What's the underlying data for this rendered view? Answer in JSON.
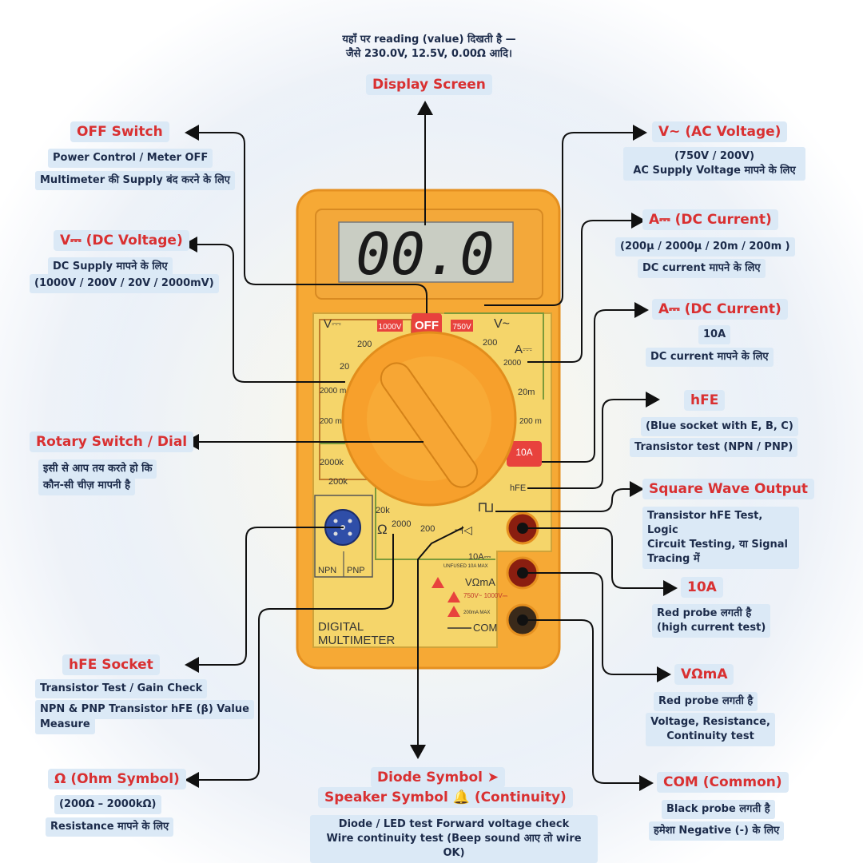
{
  "display_screen": {
    "note_line1": "यहाँ पर reading (value) दिखती है —",
    "note_line2": "जैसे 230.0V, 12.5V, 0.00Ω आदि।",
    "title": "Display Screen"
  },
  "off_switch": {
    "title": "OFF Switch",
    "desc1": "Power Control / Meter OFF",
    "desc2": "Multimeter की Supply बंद करने के लिए"
  },
  "dc_voltage": {
    "title": "V⎓ (DC Voltage)",
    "desc1": "DC Supply मापने के लिए",
    "desc2": "(1000V / 200V / 20V / 2000mV)"
  },
  "rotary_switch": {
    "title": "Rotary Switch / Dial",
    "desc1": "इसी से आप तय करते हो कि",
    "desc2": "कौन-सी चीज़ मापनी है"
  },
  "hfe_socket": {
    "title": "hFE Socket",
    "desc1": "Transistor Test / Gain Check",
    "desc2": "NPN & PNP Transistor hFE (β) Value",
    "desc3": "Measure"
  },
  "ohm_symbol": {
    "title": "Ω (Ohm Symbol)",
    "desc1": "(200Ω – 2000kΩ)",
    "desc2": "Resistance मापने के लिए"
  },
  "ac_voltage": {
    "title": "V~ (AC Voltage)",
    "desc1": "(750V / 200V)",
    "desc2": "AC Supply Voltage मापने के लिए"
  },
  "dc_current": {
    "title": "A⎓ (DC Current)",
    "desc1": "(200µ / 2000µ / 20m / 200m )",
    "desc2": "DC current मापने के लिए"
  },
  "dc_current_10a": {
    "title": "A⎓ (DC Current)",
    "desc1": "10A",
    "desc2": "DC current मापने के लिए"
  },
  "hfe": {
    "title": "hFE",
    "desc1": "(Blue socket with E, B, C)",
    "desc2": "Transistor test (NPN / PNP)"
  },
  "square_wave": {
    "title": "Square Wave Output",
    "desc1": "Transistor hFE Test, Logic",
    "desc2": "Circuit Testing, या Signal",
    "desc3": "Tracing में"
  },
  "jack_10a": {
    "title": "10A",
    "desc1": "Red probe लगती है",
    "desc2": "(high current test)"
  },
  "jack_vma": {
    "title": "VΩmA",
    "desc1": "Red probe लगती है",
    "desc2": "Voltage, Resistance,",
    "desc3": "Continuity test"
  },
  "jack_com": {
    "title": "COM (Common)",
    "desc1": "Black probe लगती है",
    "desc2": "हमेशा Negative (-) के लिए"
  },
  "diode": {
    "title1": "Diode Symbol ➤",
    "title2": "Speaker Symbol 🔔 (Continuity)",
    "desc1": "Diode / LED test Forward voltage check",
    "desc2": "Wire continuity test (Beep sound आए तो wire OK)"
  },
  "meter": {
    "display_value": "00.0",
    "brand_line1": "DIGITAL",
    "brand_line2": "MULTIMETER",
    "off_label": "OFF",
    "v_dc_label": "V⎓",
    "v_ac_label": "V~",
    "a_dc_label": "A⎓",
    "range_1000v": "1000V",
    "range_750v": "750V",
    "range_10a": "10A",
    "scale_200_l": "200",
    "scale_20": "20",
    "scale_2000m": "2000 m",
    "scale_200m_l": "200 m",
    "scale_2000k": "2000k",
    "scale_200k": "200k",
    "scale_20k": "20k",
    "scale_2000_ohm": "2000",
    "scale_200_ohm": "200",
    "scale_200_ac": "200",
    "scale_2000u": "2000",
    "scale_20m": "20m",
    "scale_200m_r": "200 m",
    "hfe_label": "hFE",
    "ohm_label": "Ω",
    "npn_label": "NPN",
    "pnp_label": "PNP",
    "jack_10a_label": "10A⎓",
    "jack_vma_label": "VΩmA",
    "jack_com_label": "COM",
    "fine_print1": "UNFUSED 10A MAX",
    "fine_print2": "750V~ 1000V⎓",
    "fine_print3": "200mA MAX"
  },
  "colors": {
    "title_red": "#d93031",
    "label_bg": "#dbe9f6",
    "meter_orange": "#f6a935",
    "panel_yellow": "#f5d56a"
  }
}
